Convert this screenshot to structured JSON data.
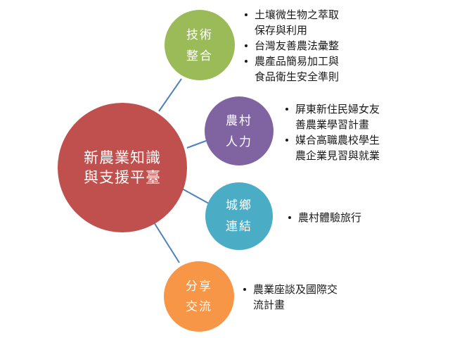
{
  "center": {
    "line1": "新農業知識",
    "line2": "與支援平臺"
  },
  "nodes": [
    {
      "id": "tech",
      "line1": "技術",
      "line2": "整合",
      "color": "#9bbb59",
      "bullets": [
        [
          "土壤微生物之萃取",
          "保存與利用"
        ],
        [
          "台灣友善農法彙整"
        ],
        [
          "農產品簡易加工與",
          "食品衛生安全準則"
        ]
      ]
    },
    {
      "id": "labor",
      "line1": "農村",
      "line2": "人力",
      "color": "#8064a2",
      "bullets": [
        [
          "屏東新住民婦女友",
          "善農業學習計畫"
        ],
        [
          "媒合高職農校學生",
          "農企業見習與就業"
        ]
      ]
    },
    {
      "id": "urban",
      "line1": "城鄉",
      "line2": "連結",
      "color": "#4bacc6",
      "bullets": [
        [
          "農村體驗旅行"
        ]
      ]
    },
    {
      "id": "share",
      "line1": "分享",
      "line2": "交流",
      "color": "#f79646",
      "bullets": [
        [
          "農業座談及國際交",
          "流計畫"
        ]
      ]
    }
  ],
  "colors": {
    "center": "#c0504d",
    "connector": "#4f81bd"
  }
}
